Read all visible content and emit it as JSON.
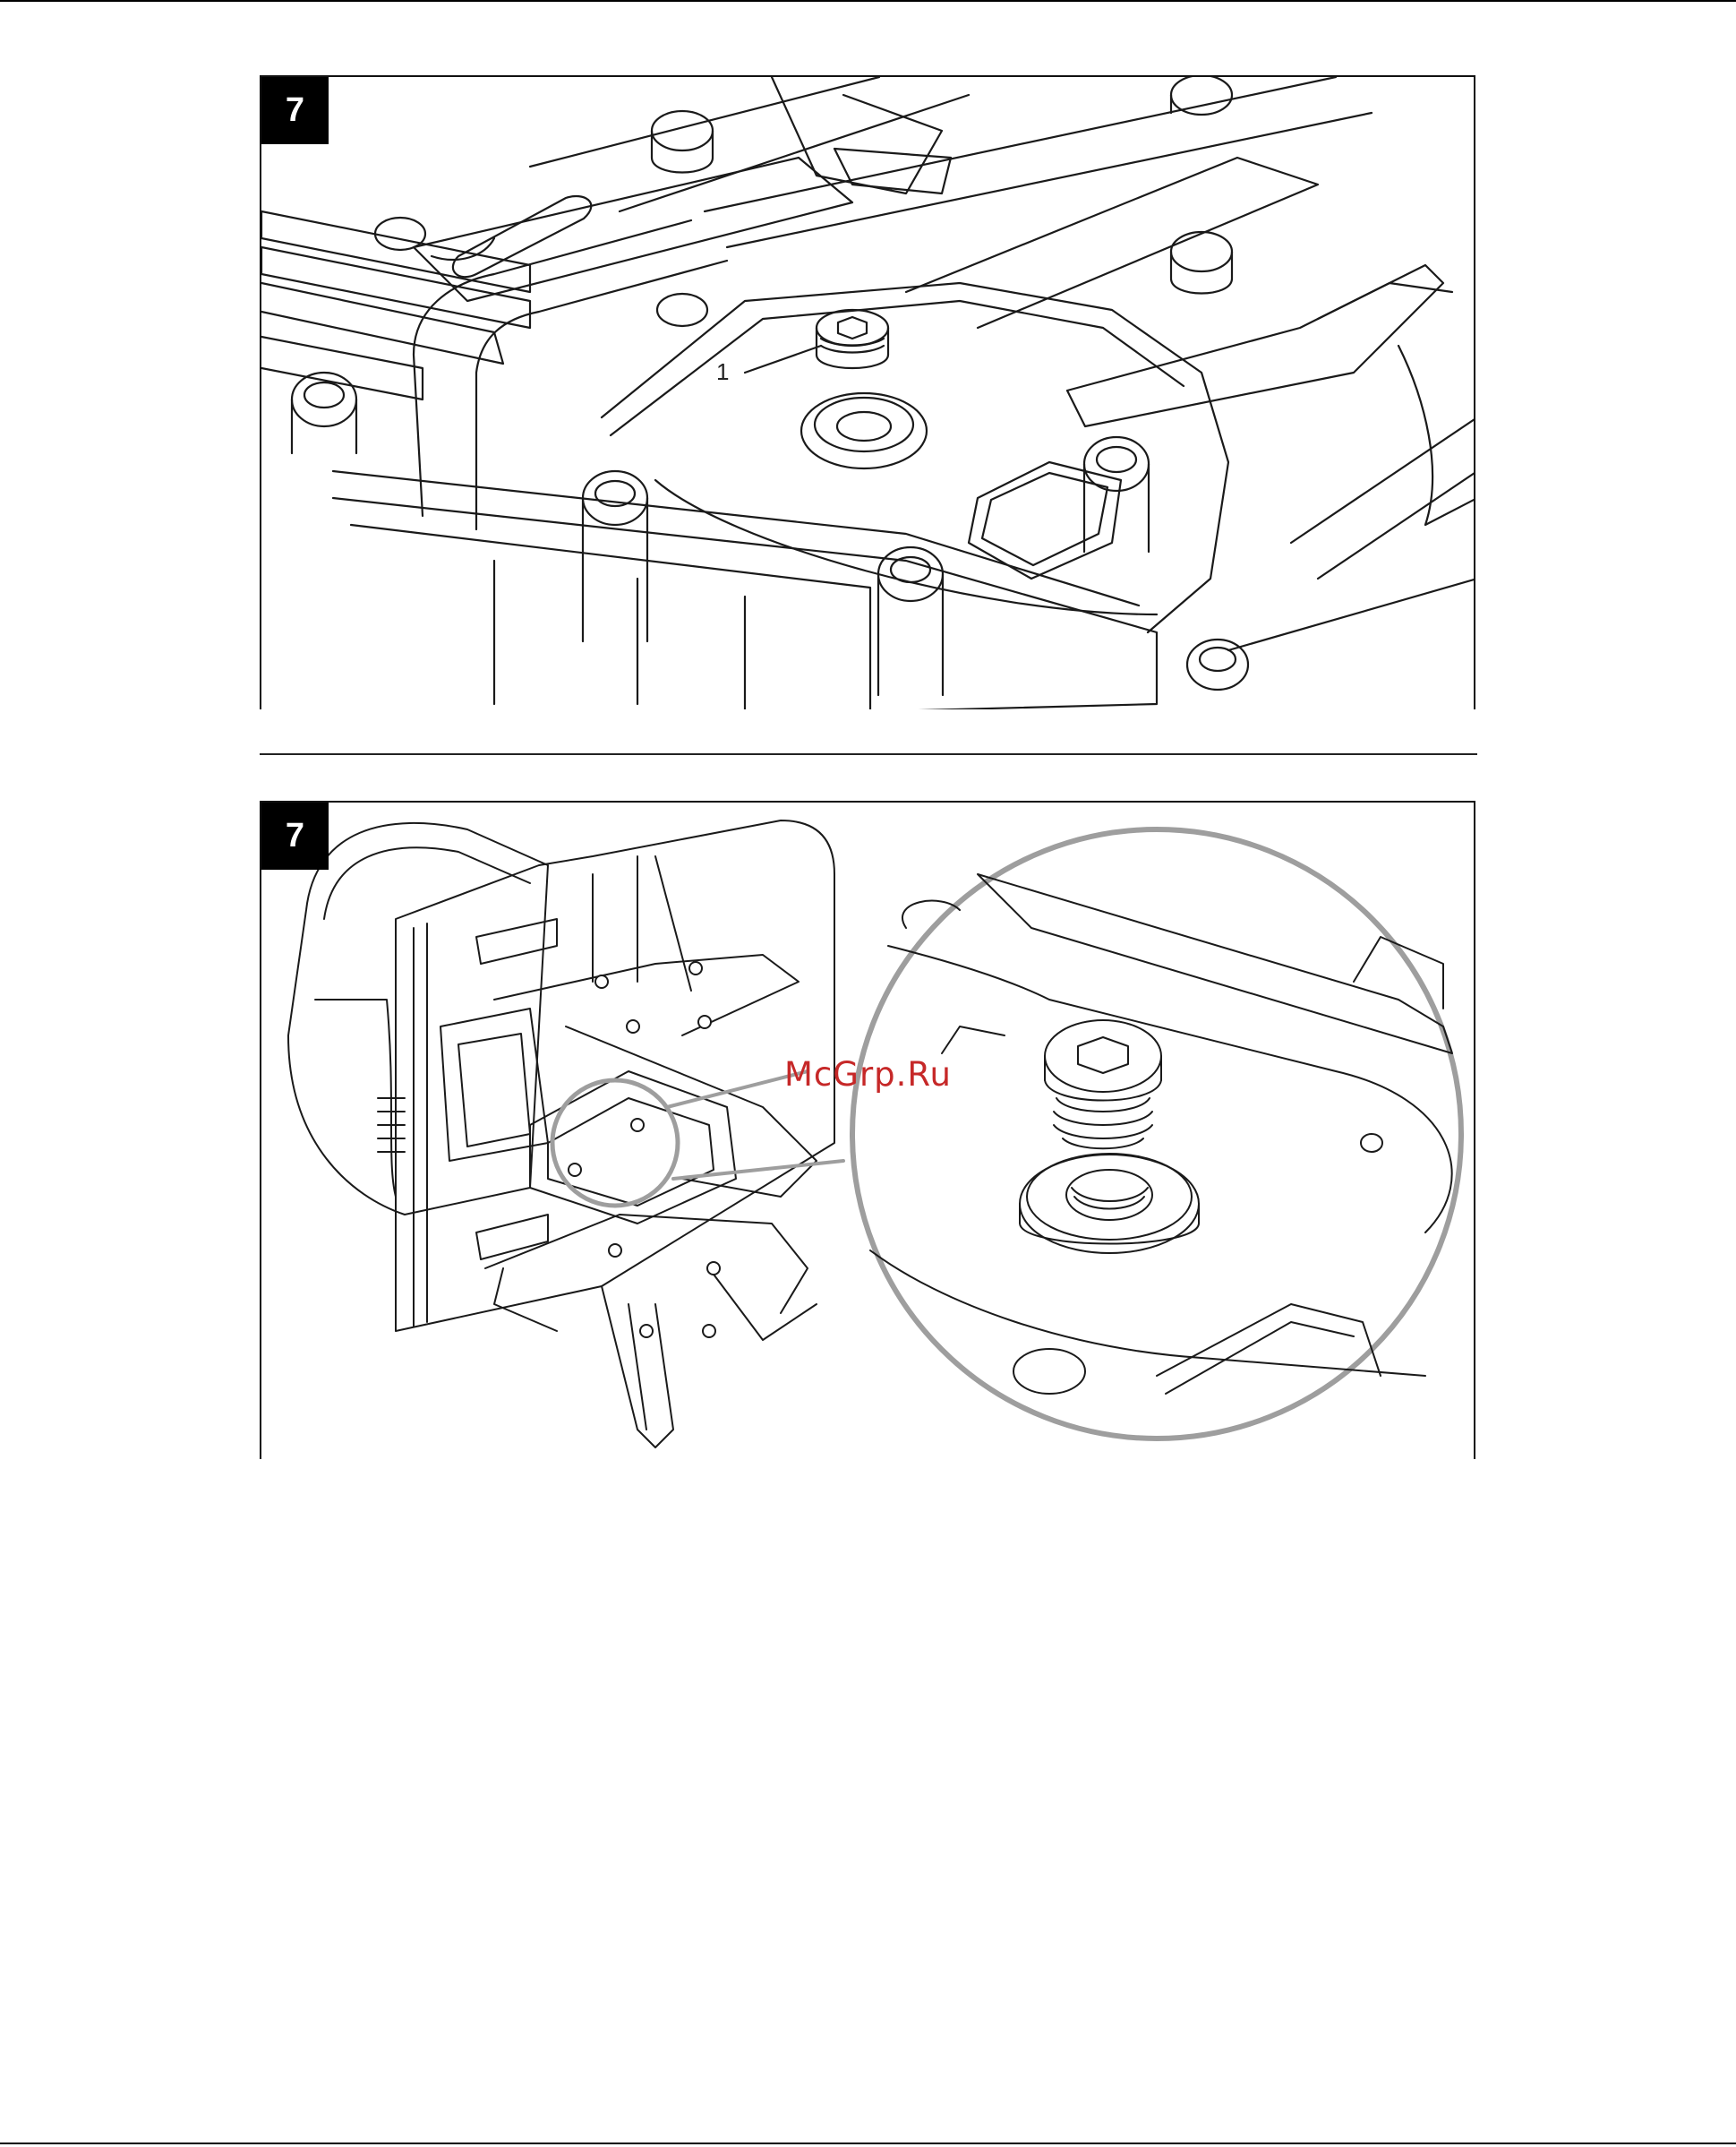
{
  "page": {
    "watermark": "McGrp.Ru"
  },
  "figures": [
    {
      "badge": "7",
      "callouts": [
        {
          "label": "1"
        }
      ]
    },
    {
      "badge": "7",
      "callouts": []
    }
  ]
}
